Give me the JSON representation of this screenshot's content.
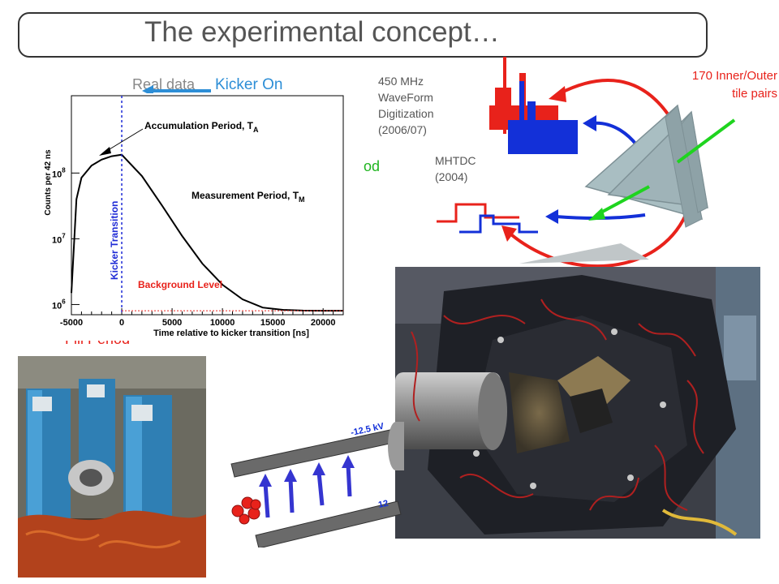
{
  "title": "The experimental concept…",
  "digitization": {
    "label": "450 MHz\nWaveForm\nDigitization\n(2006/07)"
  },
  "mhtdc": {
    "label": "MHTDC\n(2004)"
  },
  "tiles": {
    "label": "170 Inner/Outer\ntile pairs"
  },
  "behind": {
    "real_data": "Real data",
    "kicker_on": "Kicker On",
    "period_green": "od",
    "fill_period": "Fill Period"
  },
  "kicker_plates": {
    "top_voltage": "-12.5 kV",
    "bottom_voltage": "12"
  },
  "colors": {
    "red": "#e8221b",
    "blue": "#1330d8",
    "green": "#1fd41f",
    "plate": "#6a6a6a",
    "triangle": "#a9bec2"
  },
  "plot": {
    "ylabel": "Counts per 42 ns",
    "xlabel": "Time relative to kicker transition [ns]",
    "x_ticks": [
      "-5000",
      "0",
      "5000",
      "10000",
      "15000",
      "20000"
    ],
    "y_ticks": [
      "10",
      "10",
      "10"
    ],
    "y_exps": [
      "8",
      "7",
      "6"
    ],
    "annotations": {
      "accumulation": "Accumulation Period, T",
      "accumulation_sub": "A",
      "measurement": "Measurement Period, T",
      "measurement_sub": "M",
      "kicker": "Kicker Transition",
      "background": "Background Level"
    }
  },
  "chart_data": {
    "type": "line",
    "title": "",
    "xlabel": "Time relative to kicker transition [ns]",
    "ylabel": "Counts per 42 ns",
    "x_range": [
      -5000,
      22000
    ],
    "y_range": [
      700000,
      1500000000
    ],
    "y_scale": "log",
    "series": [
      {
        "x": [
          -5000,
          -4500,
          -4000,
          -3000,
          -2000,
          -1000,
          0,
          2000,
          4000,
          6000,
          8000,
          10000,
          12000,
          14000,
          16000,
          18000,
          20000,
          22000
        ],
        "y": [
          1500000,
          40000000,
          85000000,
          130000000,
          160000000,
          180000000,
          190000000,
          90000000,
          32000000,
          11000000,
          4200000,
          2000000,
          1200000,
          900000,
          830000,
          810000,
          805000,
          805000
        ]
      }
    ],
    "reference_lines": [
      {
        "axis": "x",
        "value": 0,
        "label": "Kicker Transition"
      },
      {
        "axis": "y",
        "value": 805000,
        "label": "Background Level"
      }
    ]
  }
}
